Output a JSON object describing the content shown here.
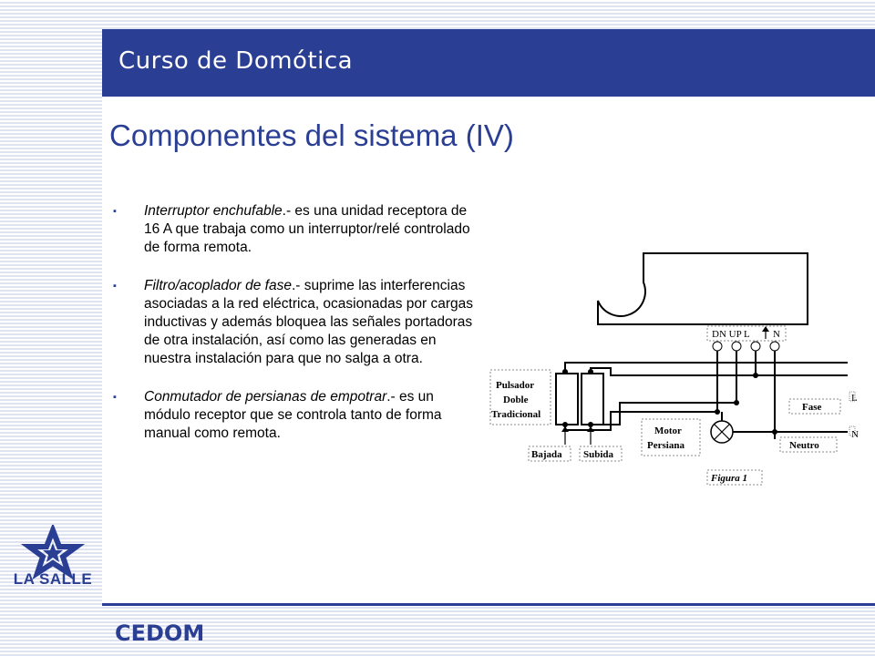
{
  "header": {
    "course_title": "Curso de Domótica"
  },
  "slide": {
    "title": "Componentes del sistema (IV)"
  },
  "bullets": [
    {
      "term": "Interruptor enchufable",
      "text": ".- es una unidad receptora de 16 A que trabaja como un interruptor/relé controlado de forma remota."
    },
    {
      "term": "Filtro/acoplador de fase",
      "text": ".- suprime las interferencias asociadas a la red eléctrica, ocasionadas por cargas inductivas y además bloquea las señales portadoras de otra instalación, así como las generadas en nuestra instalación para que no salga a otra."
    },
    {
      "term": "Conmutador de persianas de empotrar",
      "text": ".- es un módulo receptor que se controla tanto de forma manual como remota."
    }
  ],
  "bullet_marker": "▪",
  "logo": {
    "text": "LA SALLE"
  },
  "footer": {
    "text": "CEDOM"
  },
  "diagram": {
    "terminals": "DN UP L",
    "terminal_n": "N",
    "pulsador_line1": "Pulsador",
    "pulsador_line2": "Doble",
    "pulsador_line3": "Tradicional",
    "bajada": "Bajada",
    "subida": "Subida",
    "motor_line1": "Motor",
    "motor_line2": "Persiana",
    "fase": "Fase",
    "neutro": "Neutro",
    "label_l": "L",
    "label_n": "N",
    "figura": "Figura 1"
  },
  "colors": {
    "brand_blue": "#2a3f94",
    "stripe": "#dfe3f1"
  }
}
